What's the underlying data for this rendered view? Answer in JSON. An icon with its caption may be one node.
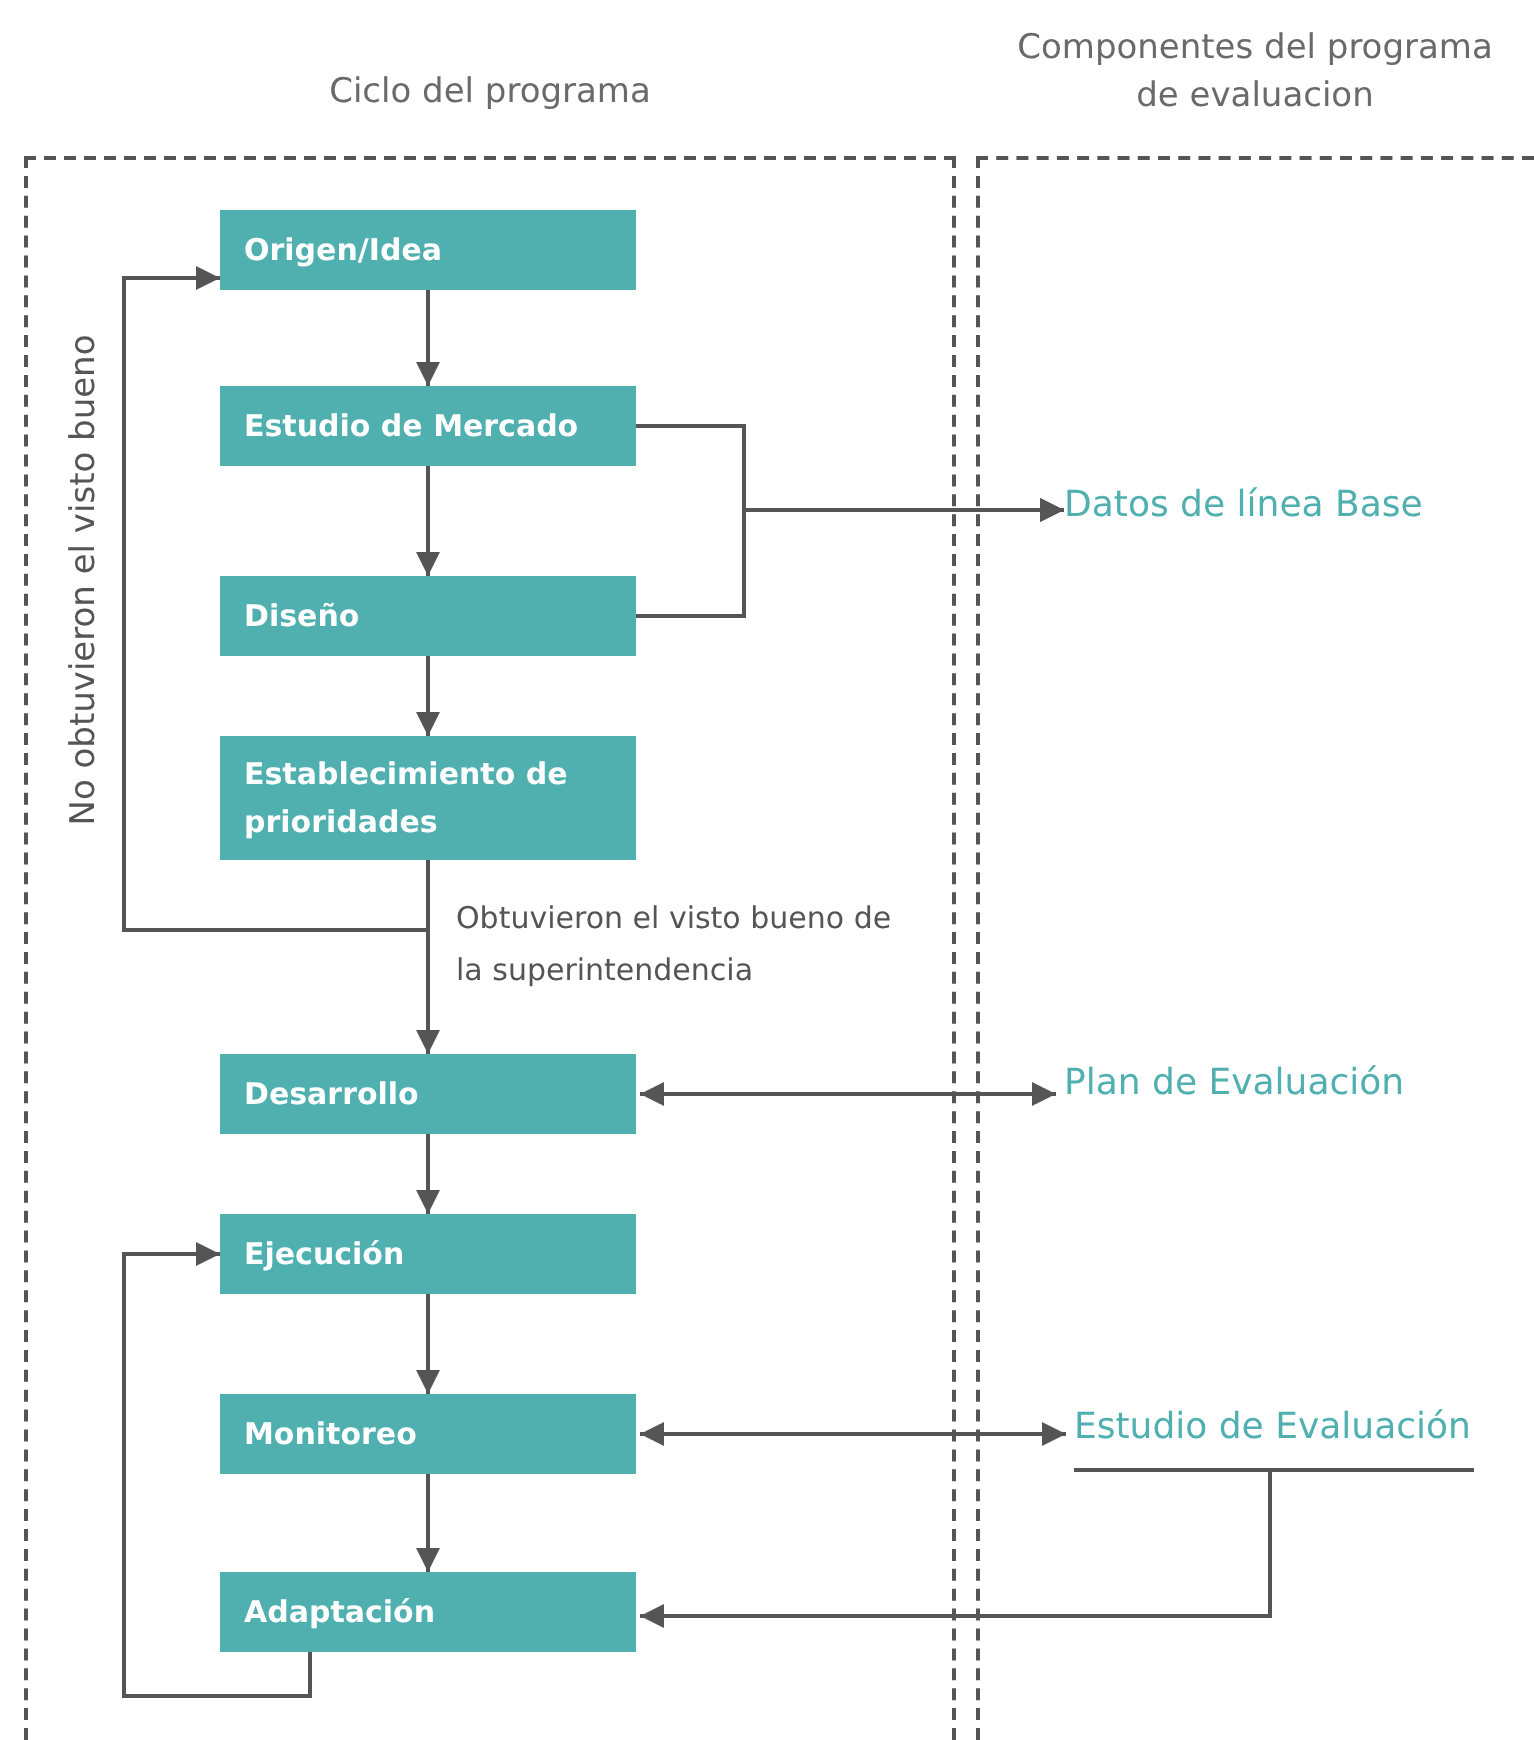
{
  "diagram": {
    "nodes": [
      {
        "text": [
          "Ciclo del programa"
        ]
      },
      {
        "text": [
          "Componentes del programa de evaluacion"
        ]
      },
      {
        "text": [
          "Origen/Idea"
        ],
        "in": 0
      },
      {
        "text": [
          "Estudio de Mercado"
        ],
        "in": 0
      },
      {
        "text": [
          "Diseño"
        ],
        "in": 0
      },
      {
        "text": [
          "Establecimiento de prioridades"
        ],
        "in": 0
      },
      {
        "text": [
          "Desarrollo"
        ],
        "in": 0
      },
      {
        "text": [
          "Ejecución"
        ],
        "in": 0
      },
      {
        "text": [
          "Monitoreo"
        ],
        "in": 0
      },
      {
        "text": [
          "Adaptación"
        ],
        "in": 0
      },
      {
        "text": [
          "Datos de línea Base"
        ],
        "in": 1
      },
      {
        "text": [
          "Plan de Evaluación"
        ],
        "in": 1
      },
      {
        "text": [
          "Estudio de Evaluación"
        ],
        "in": 1
      }
    ],
    "edges": [
      {
        "from": 2,
        "to": 3,
        "arrow": "to"
      },
      {
        "from": 3,
        "to": 4,
        "arrow": "to"
      },
      {
        "from": 4,
        "to": 5,
        "arrow": "to"
      },
      {
        "from": 5,
        "to": 6,
        "arrow": "to",
        "label": "Obtuvieron el visto bueno de la superintendencia"
      },
      {
        "from": 5,
        "to": 2,
        "arrow": "to",
        "label": "No obtuvieron el visto bueno"
      },
      {
        "from": 6,
        "to": 7,
        "arrow": "to"
      },
      {
        "from": 7,
        "to": 8,
        "arrow": "to"
      },
      {
        "from": 8,
        "to": 9,
        "arrow": "to"
      },
      {
        "from": 9,
        "to": 7,
        "arrow": "to"
      },
      {
        "from": 3,
        "to": 10,
        "arrow": "to"
      },
      {
        "from": 4,
        "to": 10,
        "arrow": "to"
      },
      {
        "from": 6,
        "to": 11,
        "arrow": "both"
      },
      {
        "from": 8,
        "to": 12,
        "arrow": "both"
      },
      {
        "from": 12,
        "to": 9,
        "arrow": "to"
      }
    ]
  }
}
